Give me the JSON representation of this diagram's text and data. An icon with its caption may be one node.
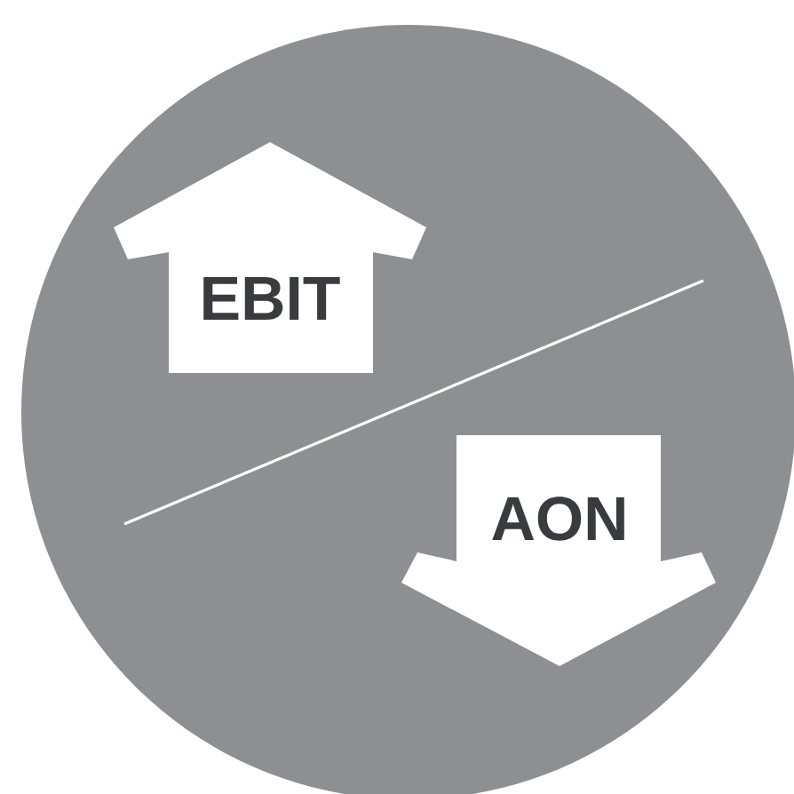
{
  "diagram": {
    "nodes": [
      {
        "text": [],
        "shape": "circle"
      },
      {
        "text": [
          "EBIT"
        ],
        "in": 0
      },
      {
        "text": [
          "AON"
        ],
        "in": 0
      }
    ]
  }
}
